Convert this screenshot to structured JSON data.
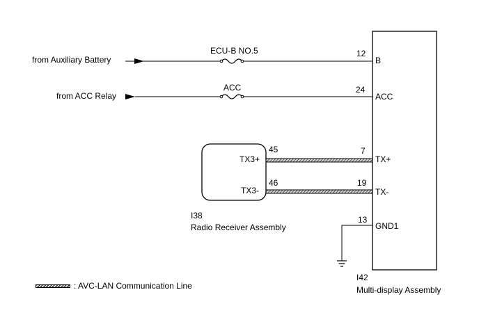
{
  "sources": {
    "aux_battery": "from Auxiliary Battery",
    "acc_relay": "from ACC Relay"
  },
  "fuses": {
    "ecu_b": "ECU-B NO.5",
    "acc": "ACC"
  },
  "radio_receiver": {
    "code": "I38",
    "name": "Radio Receiver Assembly",
    "pins": [
      {
        "number": "45",
        "label": "TX3+"
      },
      {
        "number": "46",
        "label": "TX3-"
      }
    ]
  },
  "multi_display": {
    "code": "I42",
    "name": "Multi-display Assembly",
    "pins": [
      {
        "number": "12",
        "label": "B"
      },
      {
        "number": "24",
        "label": "ACC"
      },
      {
        "number": "7",
        "label": "TX+"
      },
      {
        "number": "19",
        "label": "TX-"
      },
      {
        "number": "13",
        "label": "GND1"
      }
    ]
  },
  "legend": {
    "avc_lan": ": AVC-LAN Communication Line"
  },
  "colors": {
    "wire": "#000000",
    "avc_lan_hatch": "#d9d9d9"
  }
}
